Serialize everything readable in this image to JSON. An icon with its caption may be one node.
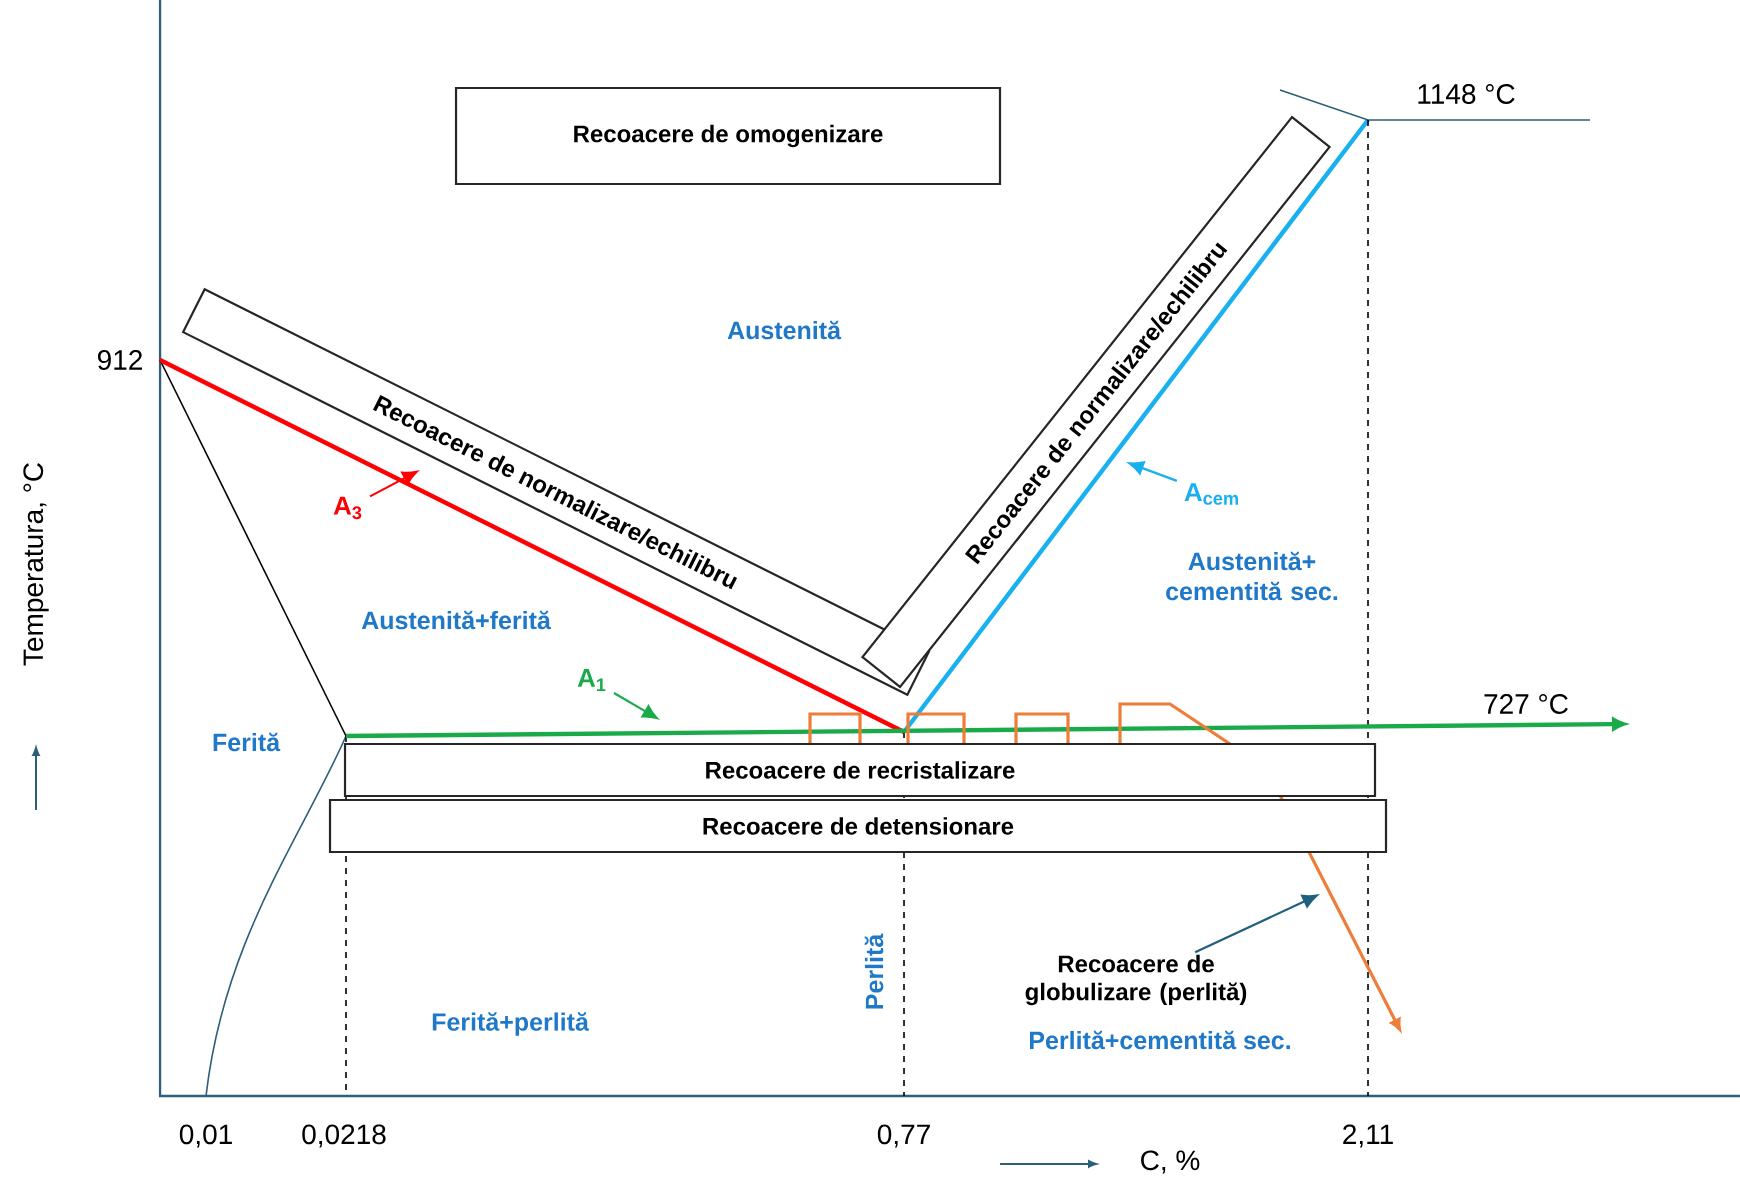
{
  "diagram": {
    "nodes": [
      {
        "text": [
          "Recoacere de omogenizare"
        ]
      },
      {
        "text": [
          "Recoacere de normalizare/echilibru"
        ]
      },
      {
        "text": [
          "Recoacere de normalizare/echilibru"
        ]
      },
      {
        "text": [
          "Recoacere de recristalizare"
        ]
      },
      {
        "text": [
          "Recoacere de detensionare"
        ]
      },
      {
        "text": [
          "A$_{3}$"
        ]
      },
      {
        "text": [
          "A$_{1}$"
        ]
      },
      {
        "text": [
          "A$_{cem}$"
        ]
      },
      {
        "text": [
          "Recoacere de globulizare (perlită)"
        ]
      }
    ],
    "edges": [
      {
        "from": 5,
        "to": null,
        "arrow": "to",
        "color": "#ff0000"
      },
      {
        "from": 6,
        "to": null,
        "arrow": "to",
        "color": "#1aaa4a"
      },
      {
        "from": 7,
        "to": null,
        "arrow": "to",
        "color": "#18b0ee"
      },
      {
        "from": 8,
        "to": null,
        "arrow": "to",
        "color": "#1f5f7f"
      }
    ],
    "labels": [
      "912",
      "1148 °C",
      "727 °C",
      "Austenită",
      "Austenită+ferită",
      "Austenită+ cementită sec.",
      "Ferită",
      "Ferită+perlită",
      "Perlită",
      "Perlită+cementită sec.",
      "0,01",
      "0,0218",
      "0,77",
      "2,11",
      "Temperatura, °C",
      "C, %"
    ]
  }
}
